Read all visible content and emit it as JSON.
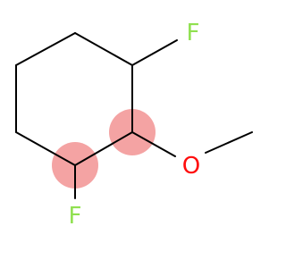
{
  "molecule": {
    "atoms": {
      "fluorine_top": {
        "symbol": "F"
      },
      "oxygen": {
        "symbol": "O"
      },
      "fluorine_bottom": {
        "symbol": "F"
      }
    },
    "colors": {
      "fluorine": "#90E050",
      "oxygen": "#FF0D0D",
      "bond": "#000000",
      "highlight": "#F4A3A3"
    }
  }
}
